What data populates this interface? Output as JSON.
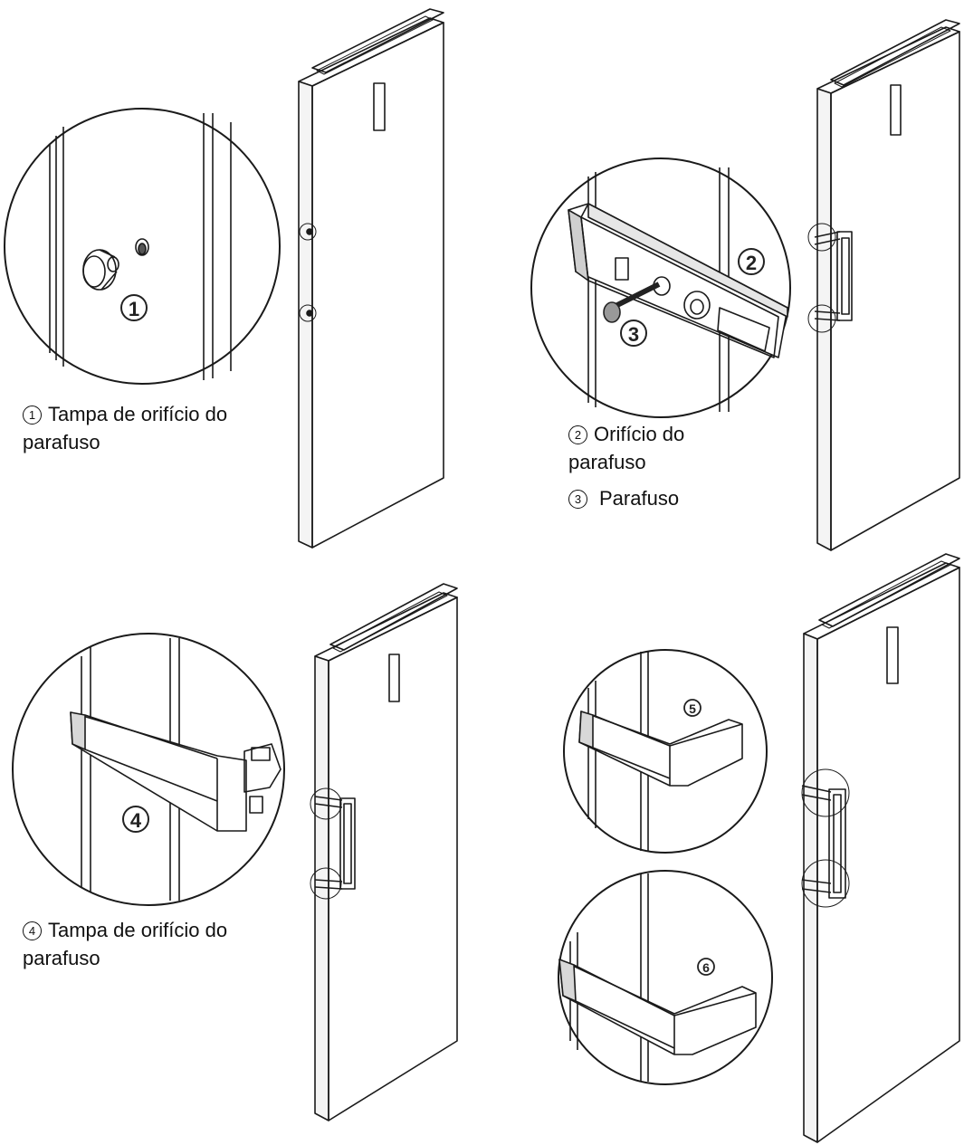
{
  "callouts": {
    "c1": {
      "num": "1",
      "text_line1": "Tampa de orifício do",
      "text_line2": "parafuso"
    },
    "c2": {
      "num": "2",
      "text_line1": "Orifício do",
      "text_line2": "parafuso"
    },
    "c3": {
      "num": "3",
      "text": "Parafuso"
    },
    "c4": {
      "num": "4",
      "text_line1": "Tampa de orifício do",
      "text_line2": "parafuso"
    },
    "c5": {
      "num": "5"
    },
    "c6": {
      "num": "6"
    }
  },
  "colors": {
    "line": "#1a1a1a",
    "background": "#ffffff",
    "marker": "#222222"
  }
}
